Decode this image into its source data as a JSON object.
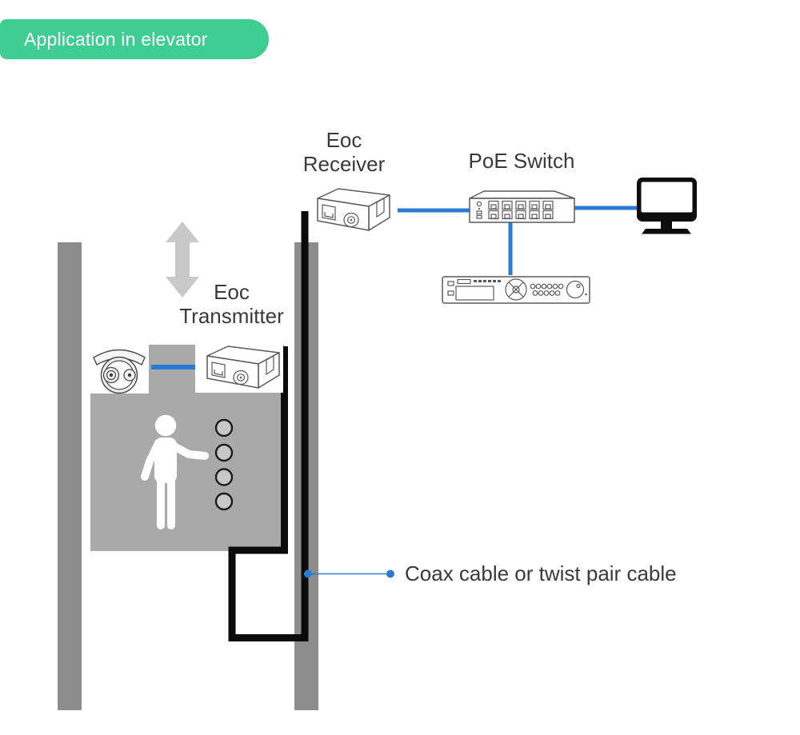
{
  "title_badge": {
    "label": "Application in elevator"
  },
  "labels": {
    "eoc_receiver_line1": "Eoc",
    "eoc_receiver_line2": "Receiver",
    "poe_switch": "PoE Switch",
    "eoc_transmitter_line1": "Eoc",
    "eoc_transmitter_line2": "Transmitter",
    "cable_callout": "Coax cable or twist pair cable"
  },
  "elevator": {
    "button_count": 4
  },
  "icons": {
    "up_down_arrow": "up-down-arrow-icon",
    "camera": "turret-camera-icon",
    "eoc_transmitter": "eoc-device-icon",
    "eoc_receiver": "eoc-device-icon",
    "poe_switch": "poe-switch-icon",
    "monitor": "monitor-icon",
    "nvr": "nvr-recorder-icon",
    "person": "person-icon",
    "buttons": "elevator-buttons-icon",
    "cable": "coax-cable-line"
  },
  "colors": {
    "badge_green": "#3ecd92",
    "badge_text": "#ffffff",
    "connection_blue": "#2a7cd2",
    "shaft_gray": "#8d8d8d",
    "car_gray": "#a9a9a9",
    "arrow_gray": "#c9c9c9",
    "cable_black": "#0b0b0b",
    "label_text": "#3a3a3a",
    "device_stroke": "#5a5a5a"
  }
}
